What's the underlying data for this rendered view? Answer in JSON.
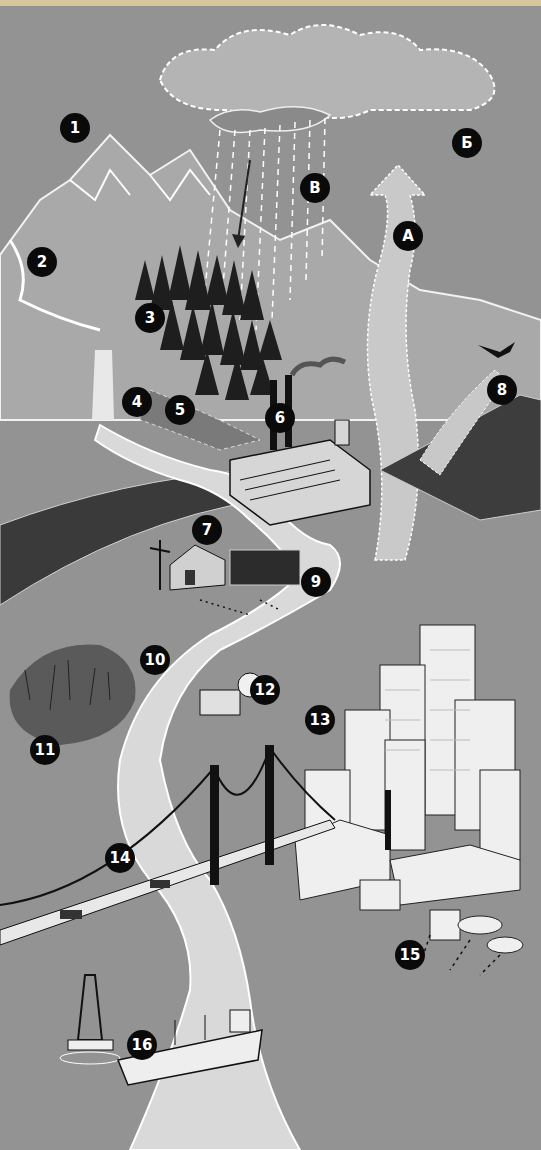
{
  "diagram": {
    "labels": [
      "1",
      "Б",
      "В",
      "А",
      "2",
      "3",
      "4",
      "5",
      "6",
      "8",
      "7",
      "9",
      "10",
      "12",
      "13",
      "11",
      "14",
      "15",
      "16"
    ]
  }
}
